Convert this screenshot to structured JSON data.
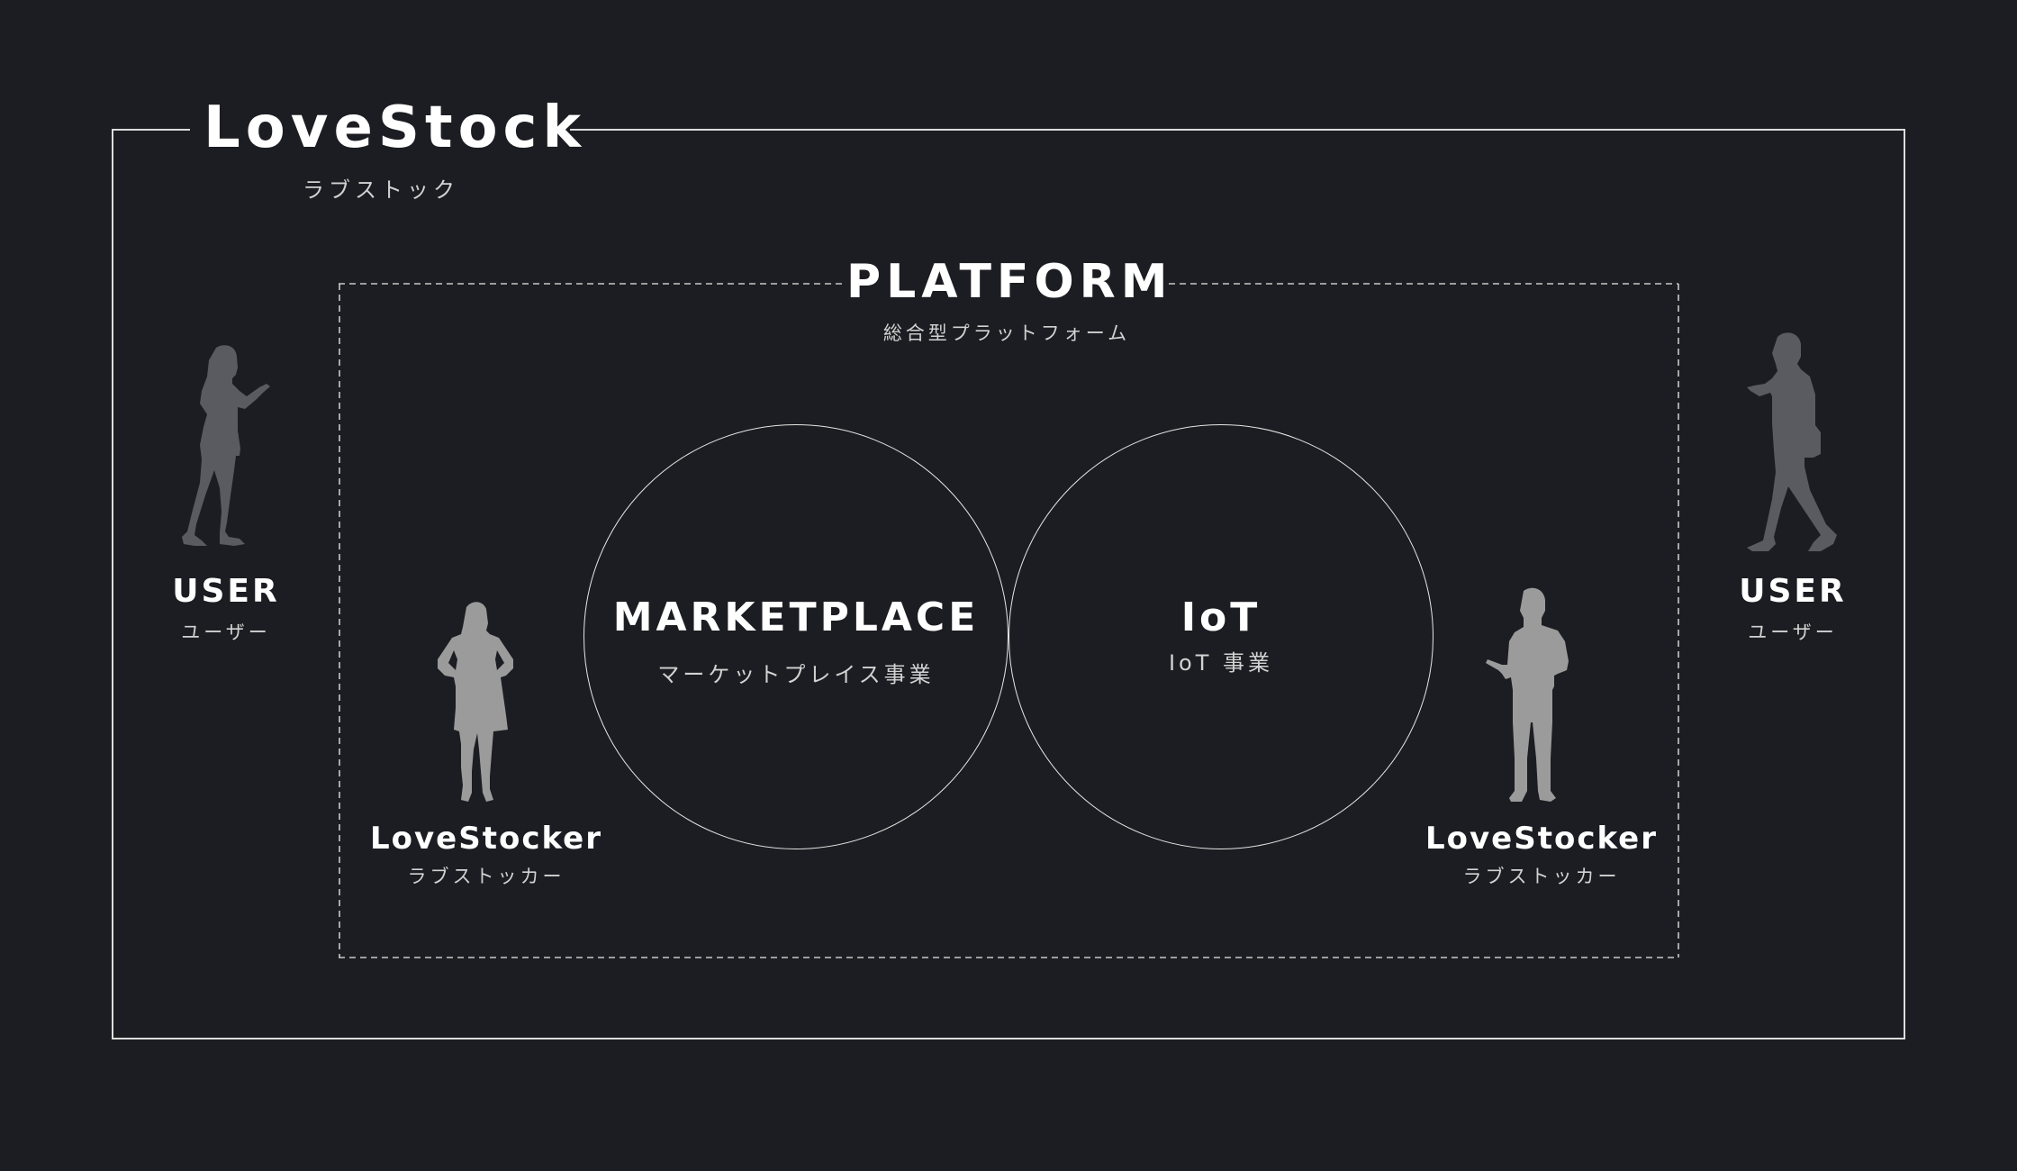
{
  "brand": {
    "title": "LoveStock",
    "subtitle": "ラブストック"
  },
  "platform": {
    "title": "PLATFORM",
    "subtitle": "総合型プラットフォーム"
  },
  "circles": [
    {
      "title": "MARKETPLACE",
      "subtitle": "マーケットプレイス事業"
    },
    {
      "title": "IoT",
      "subtitle": "IoT 事業"
    }
  ],
  "actors": {
    "user_left": {
      "label": "USER",
      "sublabel": "ユーザー",
      "icon": "walking-woman-icon"
    },
    "user_right": {
      "label": "USER",
      "sublabel": "ユーザー",
      "icon": "walking-man-icon"
    },
    "lovestocker_left": {
      "label": "LoveStocker",
      "sublabel": "ラブストッカー",
      "icon": "standing-woman-icon"
    },
    "lovestocker_right": {
      "label": "LoveStocker",
      "sublabel": "ラブストッカー",
      "icon": "standing-man-icon"
    }
  },
  "colors": {
    "background": "#1c1d22",
    "frame_line": "#dcdcdc",
    "user_silhouette": "#5a5b60",
    "lovestocker_silhouette": "#9b9b9b",
    "text_primary": "#ffffff",
    "text_secondary": "#d2d2d2"
  }
}
